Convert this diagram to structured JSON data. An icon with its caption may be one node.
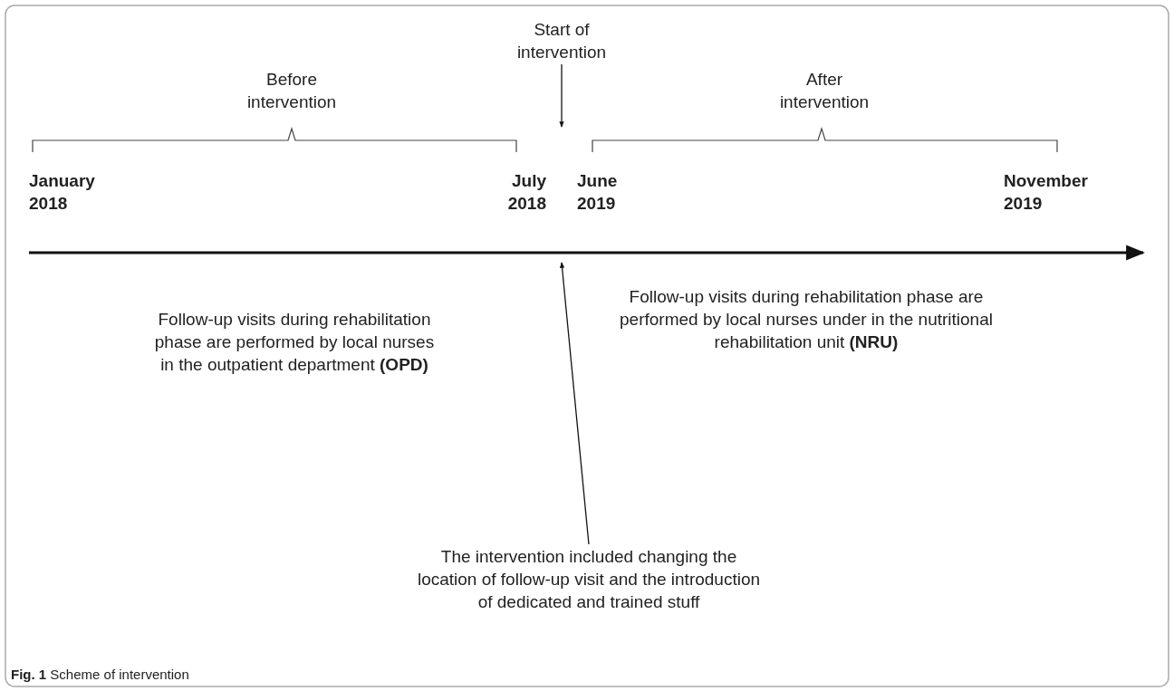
{
  "diagram": {
    "caption": "**Fig. 1** Scheme of intervention",
    "nodes": [
      {
        "text": [
          "Start of intervention"
        ]
      },
      {
        "text": [
          "The intervention included changing the location of follow-up visit and the introduction of  dedicated and trained stuff"
        ]
      }
    ],
    "edges": [
      {
        "from": 0,
        "to": null,
        "arrow": "to"
      },
      {
        "from": 1,
        "to": null,
        "arrow": "to"
      }
    ],
    "labels": [
      "Before intervention",
      "After intervention",
      "January 2018",
      "July 2018",
      "June 2019",
      "November 2019",
      "Follow-up visits during rehabilitation phase are performed by local nurses in the outpatient department **(OPD)**",
      "Follow-up visits during rehabilitation phase are performed by local nurses under in the nutritional rehabilitation unit **(NRU)**"
    ]
  }
}
